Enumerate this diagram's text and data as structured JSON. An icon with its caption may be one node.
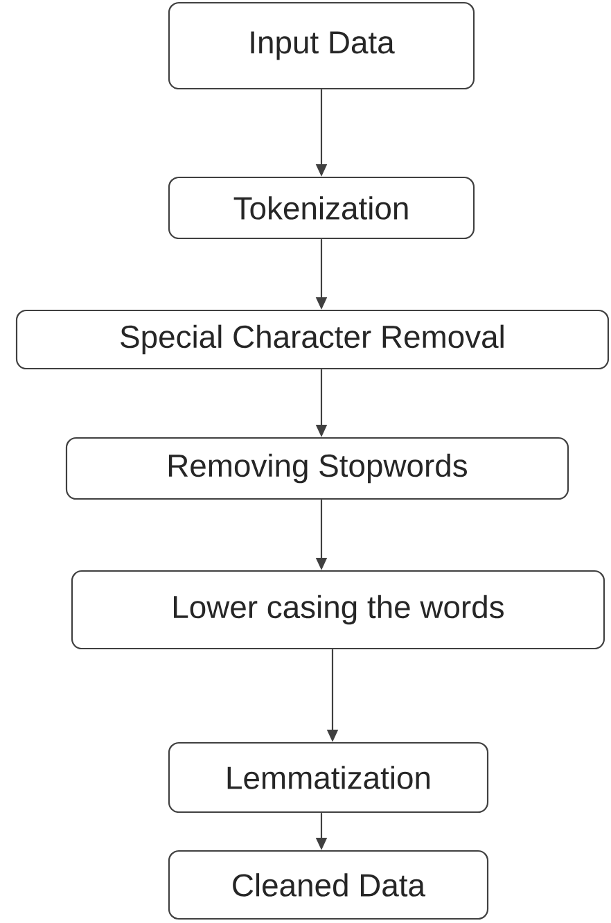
{
  "diagram": {
    "nodes": [
      {
        "text": [
          "Input Data"
        ]
      },
      {
        "text": [
          "Tokenization"
        ]
      },
      {
        "text": [
          "Special Character Removal"
        ]
      },
      {
        "text": [
          "Removing Stopwords"
        ]
      },
      {
        "text": [
          "Lower casing the words"
        ]
      },
      {
        "text": [
          "Lemmatization"
        ]
      },
      {
        "text": [
          "Cleaned Data"
        ]
      }
    ],
    "edges": [
      {
        "from": 0,
        "to": 1,
        "arrow": "to"
      },
      {
        "from": 1,
        "to": 2,
        "arrow": "to"
      },
      {
        "from": 2,
        "to": 3,
        "arrow": "to"
      },
      {
        "from": 3,
        "to": 4,
        "arrow": "to"
      },
      {
        "from": 4,
        "to": 5,
        "arrow": "to"
      },
      {
        "from": 5,
        "to": 6,
        "arrow": "to"
      }
    ]
  }
}
